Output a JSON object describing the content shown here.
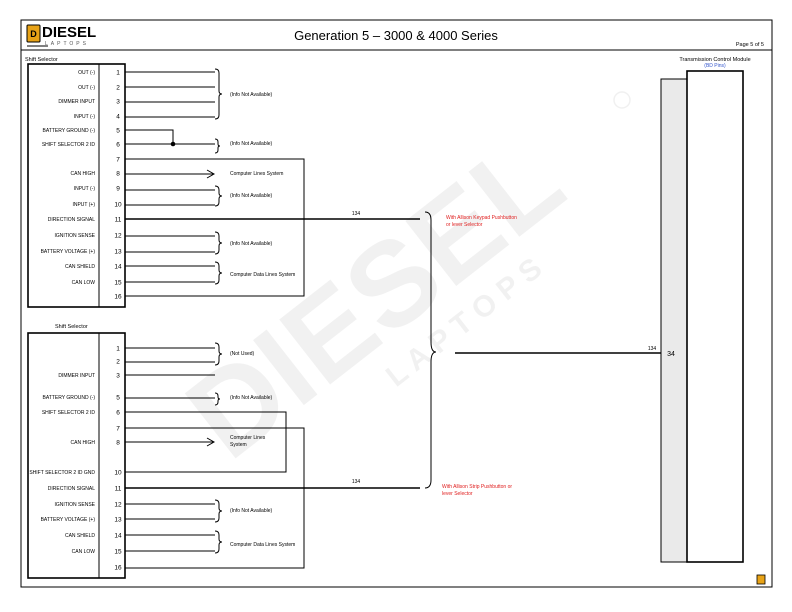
{
  "logo": {
    "main": "DIESEL",
    "sub": "LAPTOPS",
    "badge": "D"
  },
  "title": "Generation 5 – 3000 & 4000 Series",
  "page": "Page 5 of 5",
  "tcm": {
    "title": "Transmission Control Module",
    "subtitle": "(BD Pins)",
    "pin": "34"
  },
  "watermark": {
    "main": "DIESEL",
    "sub": "L A P T O P S"
  },
  "wire_label": "134",
  "selector1": {
    "title": "Shift Selector",
    "pins": [
      {
        "n": "1",
        "label": "OUT (-)"
      },
      {
        "n": "2",
        "label": "OUT (-)"
      },
      {
        "n": "3",
        "label": "DIMMER INPUT"
      },
      {
        "n": "4",
        "label": "INPUT (-)"
      },
      {
        "n": "5",
        "label": "BATTERY GROUND (-)"
      },
      {
        "n": "6",
        "label": "SHIFT SELECTOR 2 ID"
      },
      {
        "n": "7",
        "label": ""
      },
      {
        "n": "8",
        "label": "CAN HIGH"
      },
      {
        "n": "9",
        "label": "INPUT (-)"
      },
      {
        "n": "10",
        "label": "INPUT (+)"
      },
      {
        "n": "11",
        "label": "DIRECTION SIGNAL"
      },
      {
        "n": "12",
        "label": "IGNITION SENSE"
      },
      {
        "n": "13",
        "label": "BATTERY VOLTAGE (+)"
      },
      {
        "n": "14",
        "label": "CAN SHIELD"
      },
      {
        "n": "15",
        "label": "CAN LOW"
      },
      {
        "n": "16",
        "label": ""
      }
    ],
    "notes": [
      "(Info Not Available)",
      "(Info Not Available)",
      "Computer Lines System",
      "(Info Not Available)",
      "(Info Not Available)",
      "Computer Data Lines System"
    ],
    "can_high_top": "CAN HIGH"
  },
  "selector2": {
    "title": "Shift Selector",
    "pins": [
      {
        "n": "1",
        "label": ""
      },
      {
        "n": "2",
        "label": ""
      },
      {
        "n": "3",
        "label": "DIMMER INPUT"
      },
      {
        "n": "5",
        "label": "BATTERY GROUND (-)"
      },
      {
        "n": "6",
        "label": "SHIFT SELECTOR 2 ID"
      },
      {
        "n": "7",
        "label": ""
      },
      {
        "n": "8",
        "label": "CAN HIGH"
      },
      {
        "n": "10",
        "label": "SHIFT SELECTOR 2 ID GND"
      },
      {
        "n": "11",
        "label": "DIRECTION SIGNAL"
      },
      {
        "n": "12",
        "label": "IGNITION SENSE"
      },
      {
        "n": "13",
        "label": "BATTERY VOLTAGE (+)"
      },
      {
        "n": "14",
        "label": "CAN SHIELD"
      },
      {
        "n": "15",
        "label": "CAN LOW"
      },
      {
        "n": "16",
        "label": ""
      }
    ],
    "notes": [
      "(Not Used)",
      "(Info Not Available)",
      "Computer Lines",
      "System",
      "(Info Not Available)",
      "Computer Data Lines System"
    ]
  },
  "notes_red": {
    "keypad_1": "With Allison Keypad Pushbutton",
    "keypad_2": "or lever Selector",
    "strip_1": "With Allison Strip Pushbutton or",
    "strip_2": "lever Selector"
  },
  "colors": {
    "accent": "#e8a317",
    "blue": "#3355cc",
    "red": "#e02020",
    "tcm_strip": "#eaeaea"
  }
}
